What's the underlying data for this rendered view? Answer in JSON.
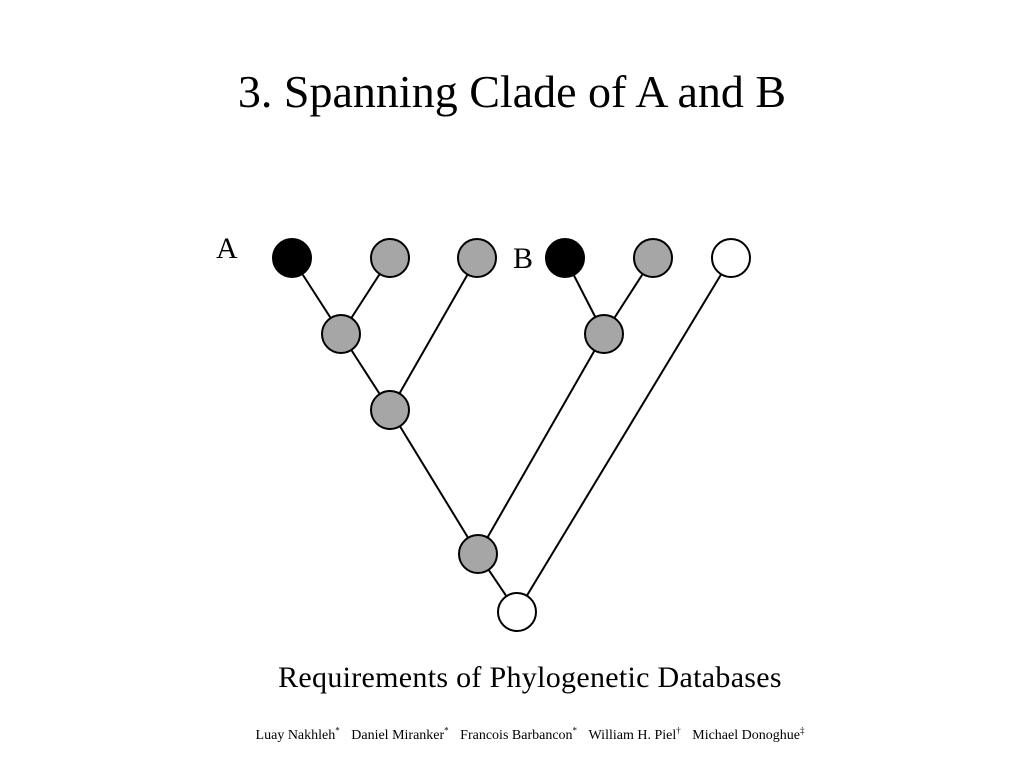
{
  "slide": {
    "title": "3. Spanning Clade of A and B"
  },
  "diagram": {
    "node_labels": {
      "a": "A",
      "b": "B"
    },
    "node_colors": {
      "highlight": "#000000",
      "clade": "#a6a6a6",
      "outside": "#ffffff",
      "stroke": "#000000"
    }
  },
  "footer": {
    "title": "Requirements of Phylogenetic Databases",
    "authors": [
      {
        "name": "Luay Nakhleh",
        "mark": "*"
      },
      {
        "name": "Daniel Miranker",
        "mark": "*"
      },
      {
        "name": "Francois Barbancon",
        "mark": "*"
      },
      {
        "name": "William H. Piel",
        "mark": "†"
      },
      {
        "name": "Michael Donoghue",
        "mark": "‡"
      }
    ]
  }
}
